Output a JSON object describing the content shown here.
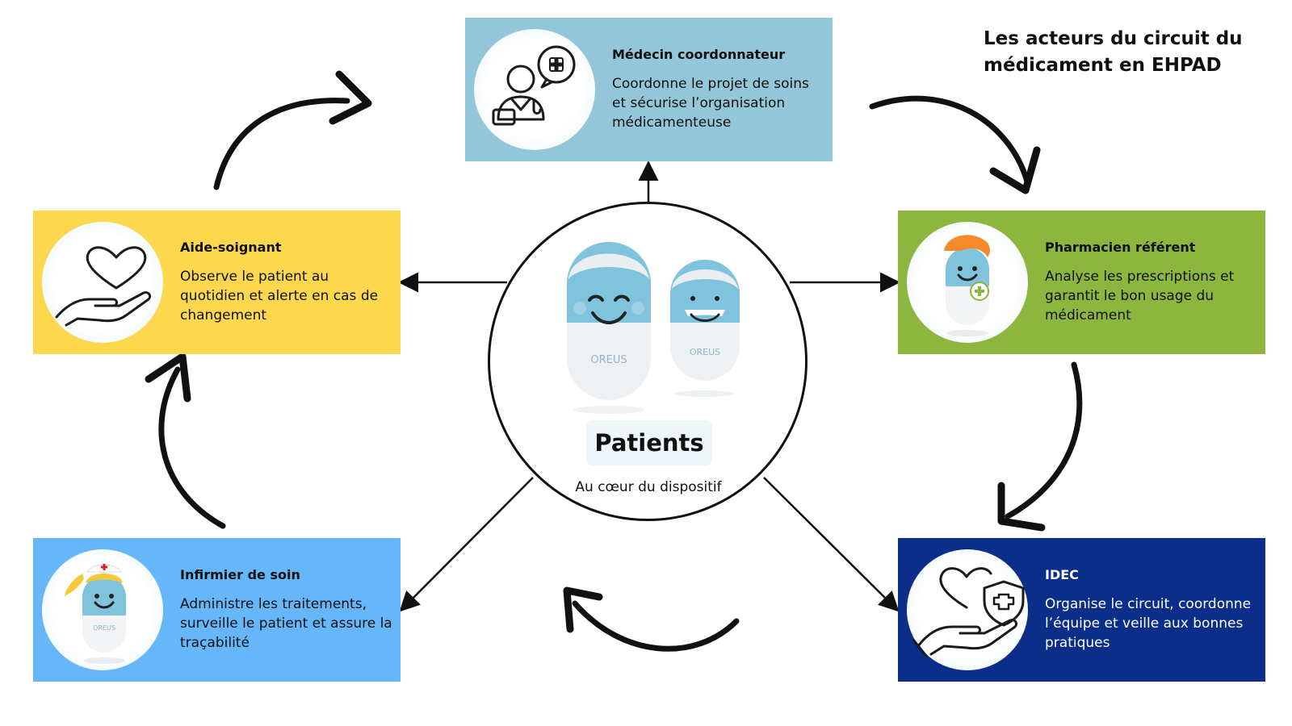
{
  "title": "Les acteurs du circuit du médicament en EHPAD",
  "center": {
    "label": "Patients",
    "subtitle": "Au cœur du dispositif",
    "brand": "OREUS"
  },
  "roles": {
    "medecin": {
      "title": "Médecin coordonnateur",
      "description": "Coordonne le projet de soins et sécurise l’organisation médicamenteuse",
      "icon": "doctor-icon",
      "color": "#92c6d8"
    },
    "aide": {
      "title": "Aide-soignant",
      "description": "Observe le patient au quotidien et alerte en cas de changement",
      "icon": "heart-hand-icon",
      "color": "#fdd84f"
    },
    "pharmacien": {
      "title": "Pharmacien référent",
      "description": "Analyse les prescriptions et garantit le bon usage du médicament",
      "icon": "pharmacist-pill-icon",
      "color": "#8cb63d"
    },
    "infirmier": {
      "title": "Infirmier de soin",
      "description": "Administre les traitements, surveille le patient et assure la traçabilité",
      "icon": "nurse-pill-icon",
      "color": "#66b7fa"
    },
    "idec": {
      "title": "IDEC",
      "description": "Organise le circuit, coordonne l’équipe et veille aux bonnes pratiques",
      "icon": "shield-heart-hand-icon",
      "color": "#0a2e8a"
    }
  }
}
